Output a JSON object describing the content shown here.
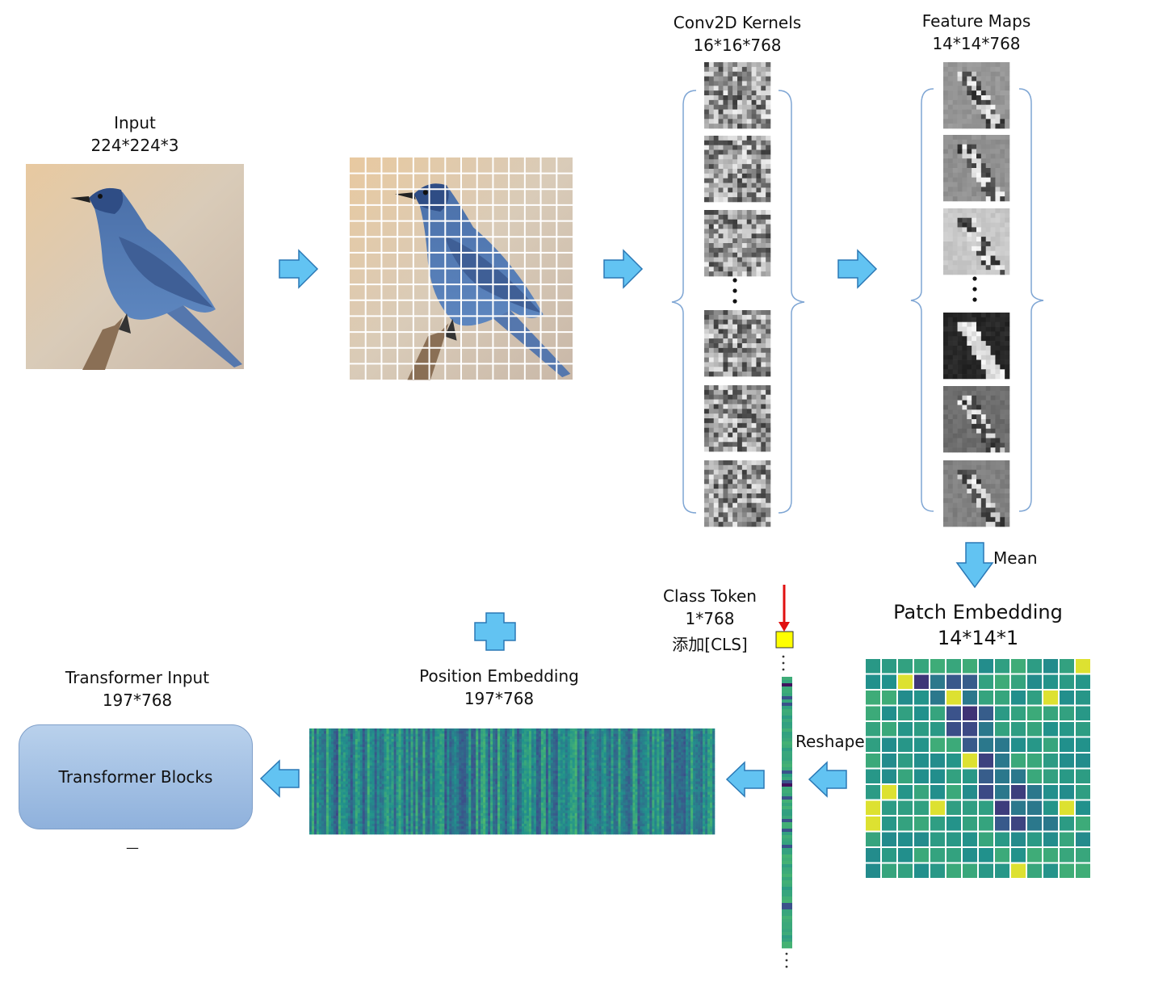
{
  "input": {
    "title": "Input",
    "dims": "224*224*3"
  },
  "kernels": {
    "title": "Conv2D Kernels",
    "dims": "16*16*768"
  },
  "feature_maps": {
    "title": "Feature Maps",
    "dims": "14*14*768"
  },
  "mean_label": "Mean",
  "patch_embedding": {
    "title": "Patch Embedding",
    "dims": "14*14*1"
  },
  "reshape_label": "Reshape",
  "class_token": {
    "title": "Class Token",
    "dims": "1*768",
    "note": "添加[CLS]"
  },
  "position_embedding": {
    "title": "Position Embedding",
    "dims": "197*768"
  },
  "transformer_input": {
    "title": "Transformer Input",
    "dims": "197*768"
  },
  "transformer_blocks": "Transformer Blocks",
  "footer_mark": "—",
  "colors": {
    "arrow_fill": "#62c3f2",
    "arrow_stroke": "#2b78b5",
    "brace": "#7fa6d4",
    "class_token": "#ffff00",
    "red_arrow": "#e01010",
    "viridis_purple": "#3b2a6e",
    "viridis_teal": "#2a8c8a",
    "viridis_green": "#3fae73",
    "viridis_yellow": "#e7e419"
  },
  "icons": [
    "right-arrow-icon",
    "down-arrow-icon",
    "left-arrow-icon",
    "plus-icon",
    "brace-icon",
    "vertical-ellipsis-icon"
  ]
}
